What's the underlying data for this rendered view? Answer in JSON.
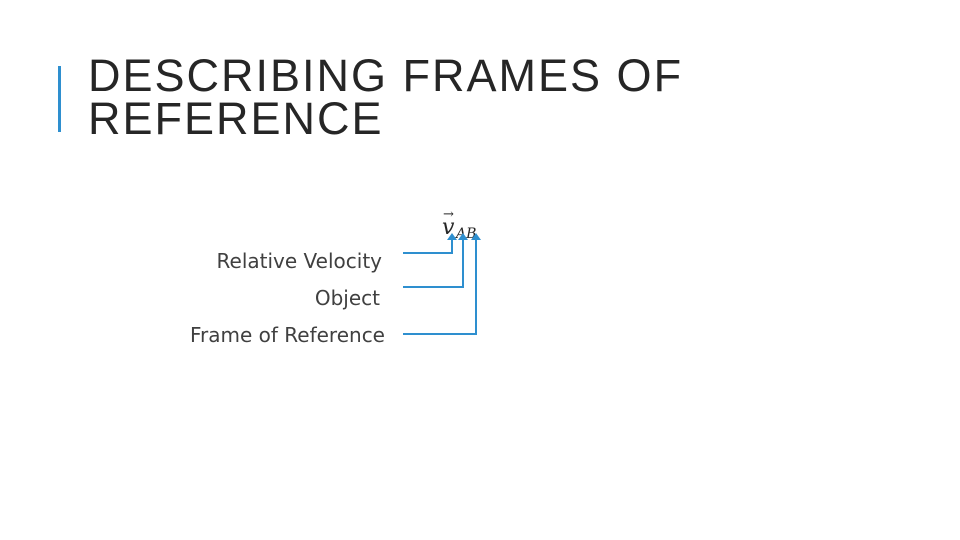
{
  "slide": {
    "title_lines": [
      "DESCRIBING FRAMES OF",
      "REFERENCE"
    ]
  },
  "diagram": {
    "notation": {
      "arrow": "→",
      "symbol": "v",
      "subscript": "AB"
    },
    "labels": {
      "relative_velocity": "Relative Velocity",
      "object": "Object",
      "frame_of_reference": "Frame of Reference"
    },
    "connector_color": "#2e8fcf"
  }
}
